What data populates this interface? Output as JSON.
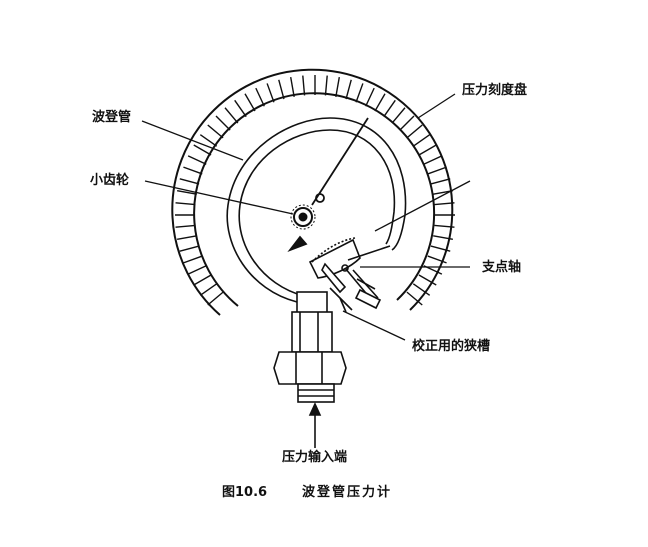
{
  "labels": {
    "bourdon_tube": "波登管",
    "dial": "压力刻度盘",
    "pinion": "小齿轮",
    "pivot": "支点轴",
    "slot": "校正用的狭槽",
    "inlet": "压力输入端"
  },
  "caption": {
    "figure_no": "图10.6",
    "title": "波登管压力计"
  }
}
